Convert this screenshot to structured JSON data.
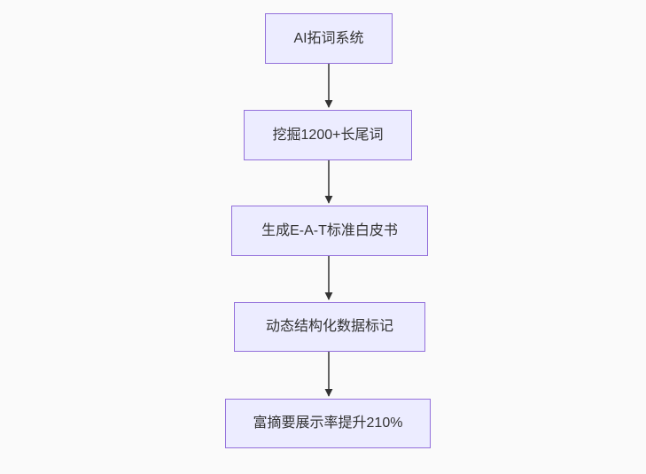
{
  "colors": {
    "page_background": "#fafafa",
    "node_fill": "#ececff",
    "node_border": "#9370db",
    "node_text": "#333333",
    "edge": "#333333"
  },
  "flowchart": {
    "type": "flowchart",
    "direction": "top-down",
    "nodes": [
      {
        "id": "n1",
        "label": "AI拓词系统"
      },
      {
        "id": "n2",
        "label": "挖掘1200+长尾词"
      },
      {
        "id": "n3",
        "label": "生成E-A-T标准白皮书"
      },
      {
        "id": "n4",
        "label": "动态结构化数据标记"
      },
      {
        "id": "n5",
        "label": "富摘要展示率提升210%"
      }
    ],
    "edges": [
      {
        "from": "n1",
        "to": "n2"
      },
      {
        "from": "n2",
        "to": "n3"
      },
      {
        "from": "n3",
        "to": "n4"
      },
      {
        "from": "n4",
        "to": "n5"
      }
    ]
  }
}
